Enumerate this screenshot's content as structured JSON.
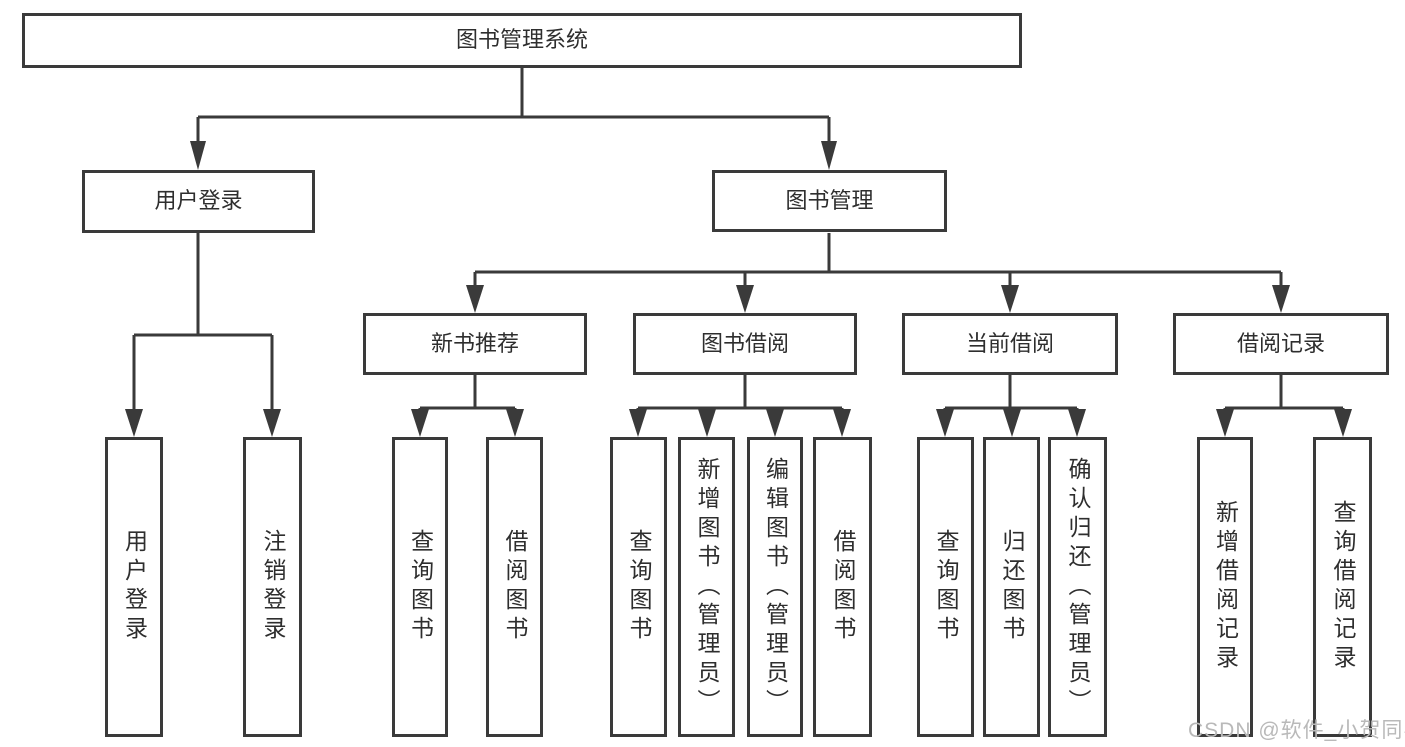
{
  "diagram": {
    "title": "图书管理系统",
    "branches": [
      {
        "label": "用户登录",
        "children": [
          {
            "label": "用户登录"
          },
          {
            "label": "注销登录"
          }
        ]
      },
      {
        "label": "图书管理",
        "sections": [
          {
            "label": "新书推荐",
            "children": [
              {
                "label": "查询图书"
              },
              {
                "label": "借阅图书"
              }
            ]
          },
          {
            "label": "图书借阅",
            "children": [
              {
                "label": "查询图书"
              },
              {
                "label": "新增图书（管理员）"
              },
              {
                "label": "编辑图书（管理员）"
              },
              {
                "label": "借阅图书"
              }
            ]
          },
          {
            "label": "当前借阅",
            "children": [
              {
                "label": "查询图书"
              },
              {
                "label": "归还图书"
              },
              {
                "label": "确认归还（管理员）"
              }
            ]
          },
          {
            "label": "借阅记录",
            "children": [
              {
                "label": "新增借阅记录"
              },
              {
                "label": "查询借阅记录"
              }
            ]
          }
        ]
      }
    ]
  },
  "watermark": {
    "text": "CSDN @软件_小贺同学"
  },
  "colors": {
    "line": "#3a3a3a",
    "text": "#2e2e2e",
    "watermark": "#b9b9b9",
    "background": "#ffffff"
  }
}
